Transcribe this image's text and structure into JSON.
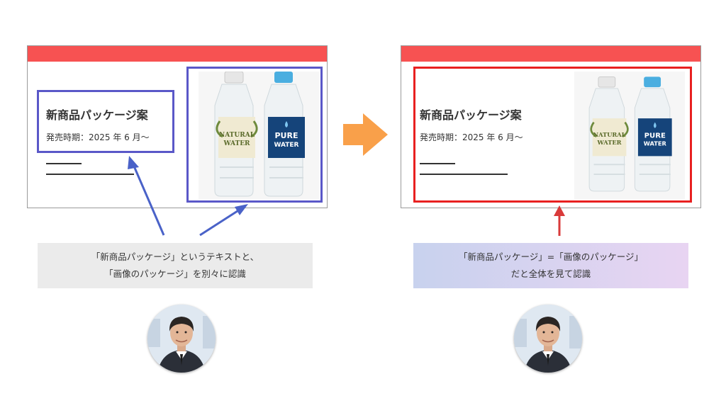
{
  "left_card": {
    "title": "新商品パッケージ案",
    "release": "発売時期：2025 年 6 月〜"
  },
  "right_card": {
    "title": "新商品パッケージ案",
    "release": "発売時期：2025 年 6 月〜"
  },
  "bottles": {
    "natural_line1": "NATURAL",
    "natural_line2": "WATER",
    "pure_line1": "PURE",
    "pure_line2": "WATER"
  },
  "left_caption": {
    "line1": "「新商品パッケージ」というテキストと、",
    "line2": "「画像のパッケージ」を別々に認識"
  },
  "right_caption": {
    "line1": "「新商品パッケージ」=「画像のパッケージ」",
    "line2": "だと全体を見て認識"
  },
  "colors": {
    "header_red": "#f75252",
    "highlight_blue": "#5a58c8",
    "highlight_red": "#e82020",
    "arrow_orange": "#f9a04a",
    "arrow_blue": "#4a62c8",
    "arrow_red": "#d93a3a"
  },
  "icons": [
    "arrow-right-icon",
    "person-avatar"
  ]
}
